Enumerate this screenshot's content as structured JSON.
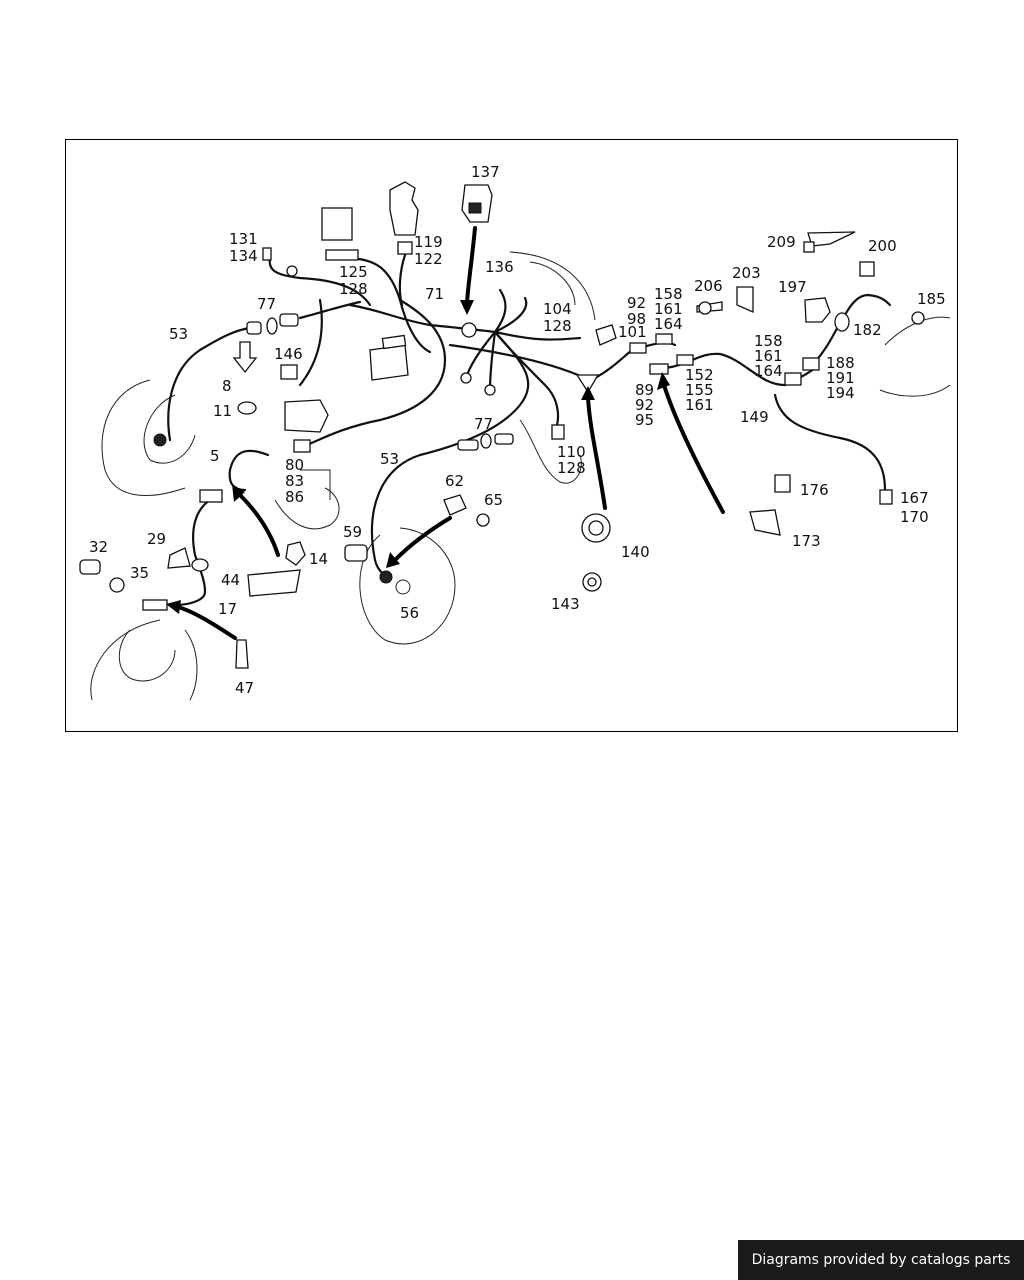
{
  "labels": [
    {
      "id": "137",
      "lines": [
        "137"
      ]
    },
    {
      "id": "131",
      "lines": [
        "131",
        "134"
      ]
    },
    {
      "id": "119",
      "lines": [
        "119",
        "122"
      ]
    },
    {
      "id": "125",
      "lines": [
        "125",
        "128"
      ]
    },
    {
      "id": "136",
      "lines": [
        "136"
      ]
    },
    {
      "id": "71",
      "lines": [
        "71"
      ]
    },
    {
      "id": "104",
      "lines": [
        "104",
        "128"
      ]
    },
    {
      "id": "77a",
      "lines": [
        "77"
      ]
    },
    {
      "id": "53a",
      "lines": [
        "53"
      ]
    },
    {
      "id": "146",
      "lines": [
        "146"
      ]
    },
    {
      "id": "8",
      "lines": [
        "8"
      ]
    },
    {
      "id": "11",
      "lines": [
        "11"
      ]
    },
    {
      "id": "5",
      "lines": [
        "5"
      ]
    },
    {
      "id": "80",
      "lines": [
        "80",
        "83",
        "86"
      ]
    },
    {
      "id": "53b",
      "lines": [
        "53"
      ]
    },
    {
      "id": "77b",
      "lines": [
        "77"
      ]
    },
    {
      "id": "110",
      "lines": [
        "110",
        "128"
      ]
    },
    {
      "id": "62",
      "lines": [
        "62"
      ]
    },
    {
      "id": "65",
      "lines": [
        "65"
      ]
    },
    {
      "id": "59",
      "lines": [
        "59"
      ]
    },
    {
      "id": "14",
      "lines": [
        "14"
      ]
    },
    {
      "id": "44",
      "lines": [
        "44"
      ]
    },
    {
      "id": "32",
      "lines": [
        "32"
      ]
    },
    {
      "id": "29",
      "lines": [
        "29"
      ]
    },
    {
      "id": "35",
      "lines": [
        "35"
      ]
    },
    {
      "id": "17",
      "lines": [
        "17"
      ]
    },
    {
      "id": "47",
      "lines": [
        "47"
      ]
    },
    {
      "id": "56",
      "lines": [
        "56"
      ]
    },
    {
      "id": "140",
      "lines": [
        "140"
      ]
    },
    {
      "id": "143",
      "lines": [
        "143"
      ]
    },
    {
      "id": "92",
      "lines": [
        "92",
        "98"
      ]
    },
    {
      "id": "101",
      "lines": [
        "101"
      ]
    },
    {
      "id": "158a",
      "lines": [
        "158",
        "161",
        "164"
      ]
    },
    {
      "id": "89",
      "lines": [
        "89",
        "92",
        "95"
      ]
    },
    {
      "id": "152",
      "lines": [
        "152",
        "155",
        "161"
      ]
    },
    {
      "id": "206",
      "lines": [
        "206"
      ]
    },
    {
      "id": "203",
      "lines": [
        "203"
      ]
    },
    {
      "id": "209",
      "lines": [
        "209"
      ]
    },
    {
      "id": "200",
      "lines": [
        "200"
      ]
    },
    {
      "id": "197",
      "lines": [
        "197"
      ]
    },
    {
      "id": "185",
      "lines": [
        "185"
      ]
    },
    {
      "id": "182",
      "lines": [
        "182"
      ]
    },
    {
      "id": "158b",
      "lines": [
        "158",
        "161",
        "164"
      ]
    },
    {
      "id": "188",
      "lines": [
        "188",
        "191",
        "194"
      ]
    },
    {
      "id": "149",
      "lines": [
        "149"
      ]
    },
    {
      "id": "176",
      "lines": [
        "176"
      ]
    },
    {
      "id": "173",
      "lines": [
        "173"
      ]
    },
    {
      "id": "167",
      "lines": [
        "167",
        "170"
      ]
    }
  ],
  "footer": {
    "credit": "Diagrams provided by catalogs parts"
  }
}
